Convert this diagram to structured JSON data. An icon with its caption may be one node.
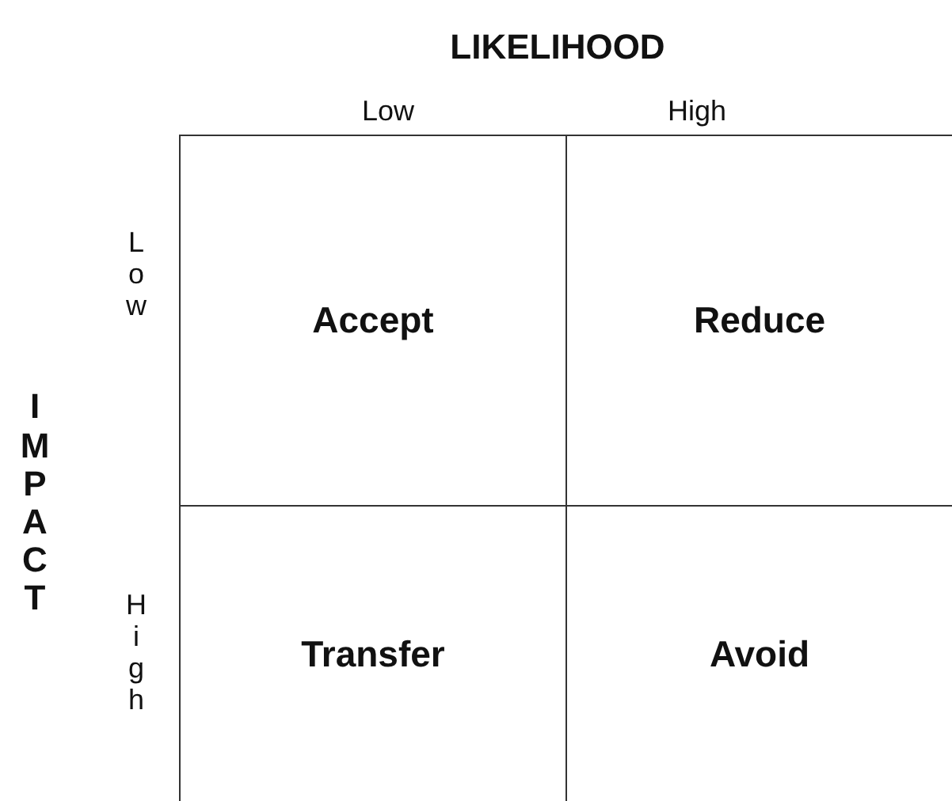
{
  "diagram": {
    "nodes": [
      {
        "text": [
          "Accept"
        ]
      },
      {
        "text": [
          "Reduce"
        ]
      },
      {
        "text": [
          "Transfer"
        ]
      },
      {
        "text": [
          "Avoid"
        ]
      }
    ],
    "labels": [
      "LIKELIHOOD",
      "Low",
      "High",
      "IMPACT",
      "Low",
      "High"
    ]
  }
}
